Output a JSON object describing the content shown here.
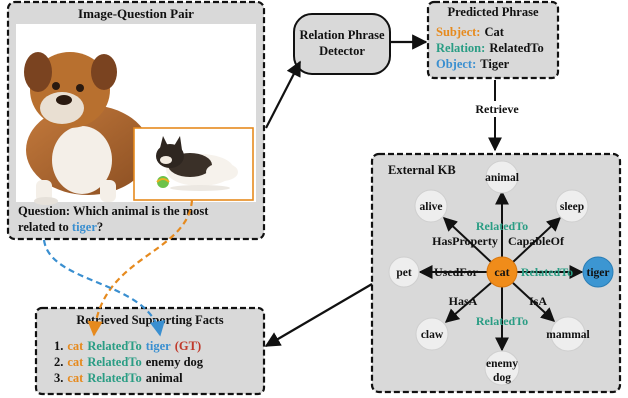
{
  "colors": {
    "panel_fill": "#d9d9d9",
    "subject": "#e68a1e",
    "relation": "#2a9d84",
    "object": "#3a8fd0",
    "gt": "#c0392b",
    "cat_node": "#f08c1a",
    "tiger_node": "#3c96d2",
    "node_default": "#eeeeee",
    "text": "#111111"
  },
  "image_question_pair": {
    "title": "Image-Question Pair",
    "question_prefix": "Question: Which animal is the most",
    "question_line2_prefix": "related to ",
    "question_keyword": "tiger",
    "question_suffix": "?",
    "main_image": "bulldog-photo",
    "inset_image": "kitten-photo"
  },
  "detector": {
    "line1": "Relation Phrase",
    "line2": "Detector"
  },
  "predicted_phrase": {
    "title": "Predicted Phrase",
    "subject_label": "Subject:",
    "subject_value": "Cat",
    "relation_label": "Relation:",
    "relation_value": "RelatedTo",
    "object_label": "Object:",
    "object_value": "Tiger"
  },
  "retrieve_label": "Retrieve",
  "external_kb": {
    "title": "External KB",
    "center": "cat",
    "nodes": {
      "animal": "animal",
      "alive": "alive",
      "sleep": "sleep",
      "pet": "pet",
      "tiger": "tiger",
      "claw": "claw",
      "mammal": "mammal",
      "enemy_line1": "enemy",
      "enemy_line2": "dog"
    },
    "edges": {
      "related_top": "RelatedTo",
      "has_property": "HasProperty",
      "capable_of": "CapableOf",
      "used_for": "UsedFor",
      "related_right": "RelatedTo",
      "has_a": "HasA",
      "is_a": "IsA",
      "related_bottom": "RelatedTo"
    }
  },
  "retrieved_facts": {
    "title": "Retrieved Supporting Facts",
    "facts": [
      {
        "num": "1.",
        "subject": "cat",
        "relation": "RelatedTo",
        "object": "tiger",
        "gt": "(GT)"
      },
      {
        "num": "2.",
        "subject": "cat",
        "relation": "RelatedTo",
        "object": "enemy dog"
      },
      {
        "num": "3.",
        "subject": "cat",
        "relation": "RelatedTo",
        "object": "animal"
      }
    ]
  }
}
